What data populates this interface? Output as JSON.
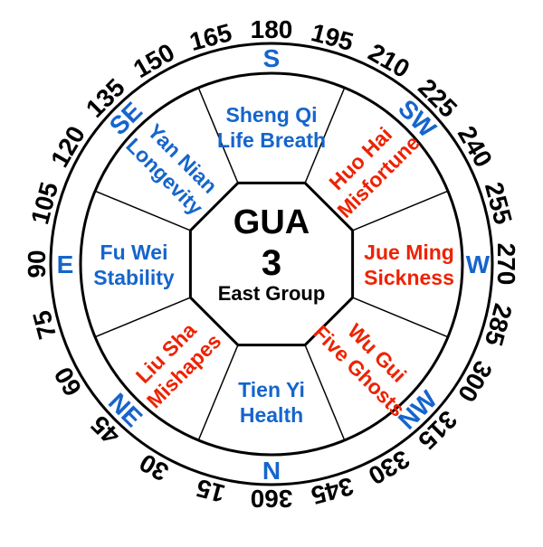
{
  "colors": {
    "blue": "#1565cc",
    "red": "#ee2200",
    "black": "#000000",
    "background": "#ffffff"
  },
  "center": {
    "line1": "GUA",
    "line2": "3",
    "line3": "East Group"
  },
  "cardinals": [
    {
      "label": "S",
      "angle": 0
    },
    {
      "label": "SW",
      "angle": 45
    },
    {
      "label": "W",
      "angle": 90
    },
    {
      "label": "NW",
      "angle": 135
    },
    {
      "label": "N",
      "angle": 180
    },
    {
      "label": "NE",
      "angle": 225
    },
    {
      "label": "E",
      "angle": 270
    },
    {
      "label": "SE",
      "angle": 315
    }
  ],
  "degree_labels": [
    {
      "value": "180",
      "angle": 0
    },
    {
      "value": "195",
      "angle": 15
    },
    {
      "value": "210",
      "angle": 30
    },
    {
      "value": "225",
      "angle": 45
    },
    {
      "value": "240",
      "angle": 60
    },
    {
      "value": "255",
      "angle": 75
    },
    {
      "value": "270",
      "angle": 90
    },
    {
      "value": "285",
      "angle": 105
    },
    {
      "value": "300",
      "angle": 120
    },
    {
      "value": "315",
      "angle": 135
    },
    {
      "value": "330",
      "angle": 150
    },
    {
      "value": "345",
      "angle": 165
    },
    {
      "value": "360",
      "angle": 180
    },
    {
      "value": "15",
      "angle": 195
    },
    {
      "value": "30",
      "angle": 210
    },
    {
      "value": "45",
      "angle": 225
    },
    {
      "value": "60",
      "angle": 240
    },
    {
      "value": "75",
      "angle": 255
    },
    {
      "value": "90",
      "angle": 270
    },
    {
      "value": "105",
      "angle": 285
    },
    {
      "value": "120",
      "angle": 300
    },
    {
      "value": "135",
      "angle": 315
    },
    {
      "value": "150",
      "angle": 330
    },
    {
      "value": "165",
      "angle": 345
    }
  ],
  "sectors": [
    {
      "name": "Sheng Qi",
      "meaning": "Life Breath",
      "direction": "S",
      "color": "blue",
      "angle": 0
    },
    {
      "name": "Huo Hai",
      "meaning": "Misfortune",
      "direction": "SW",
      "color": "red",
      "angle": 45
    },
    {
      "name": "Jue Ming",
      "meaning": "Sickness",
      "direction": "W",
      "color": "red",
      "angle": 90
    },
    {
      "name": "Wu Gui",
      "meaning": "Five Ghosts",
      "direction": "NW",
      "color": "red",
      "angle": 135
    },
    {
      "name": "Tien Yi",
      "meaning": "Health",
      "direction": "N",
      "color": "blue",
      "angle": 180
    },
    {
      "name": "Liu Sha",
      "meaning": "Mishapes",
      "direction": "NE",
      "color": "red",
      "angle": 225
    },
    {
      "name": "Fu Wei",
      "meaning": "Stability",
      "direction": "E",
      "color": "blue",
      "angle": 270
    },
    {
      "name": "Yan Nian",
      "meaning": "Longevity",
      "direction": "SE",
      "color": "blue",
      "angle": 315
    }
  ]
}
